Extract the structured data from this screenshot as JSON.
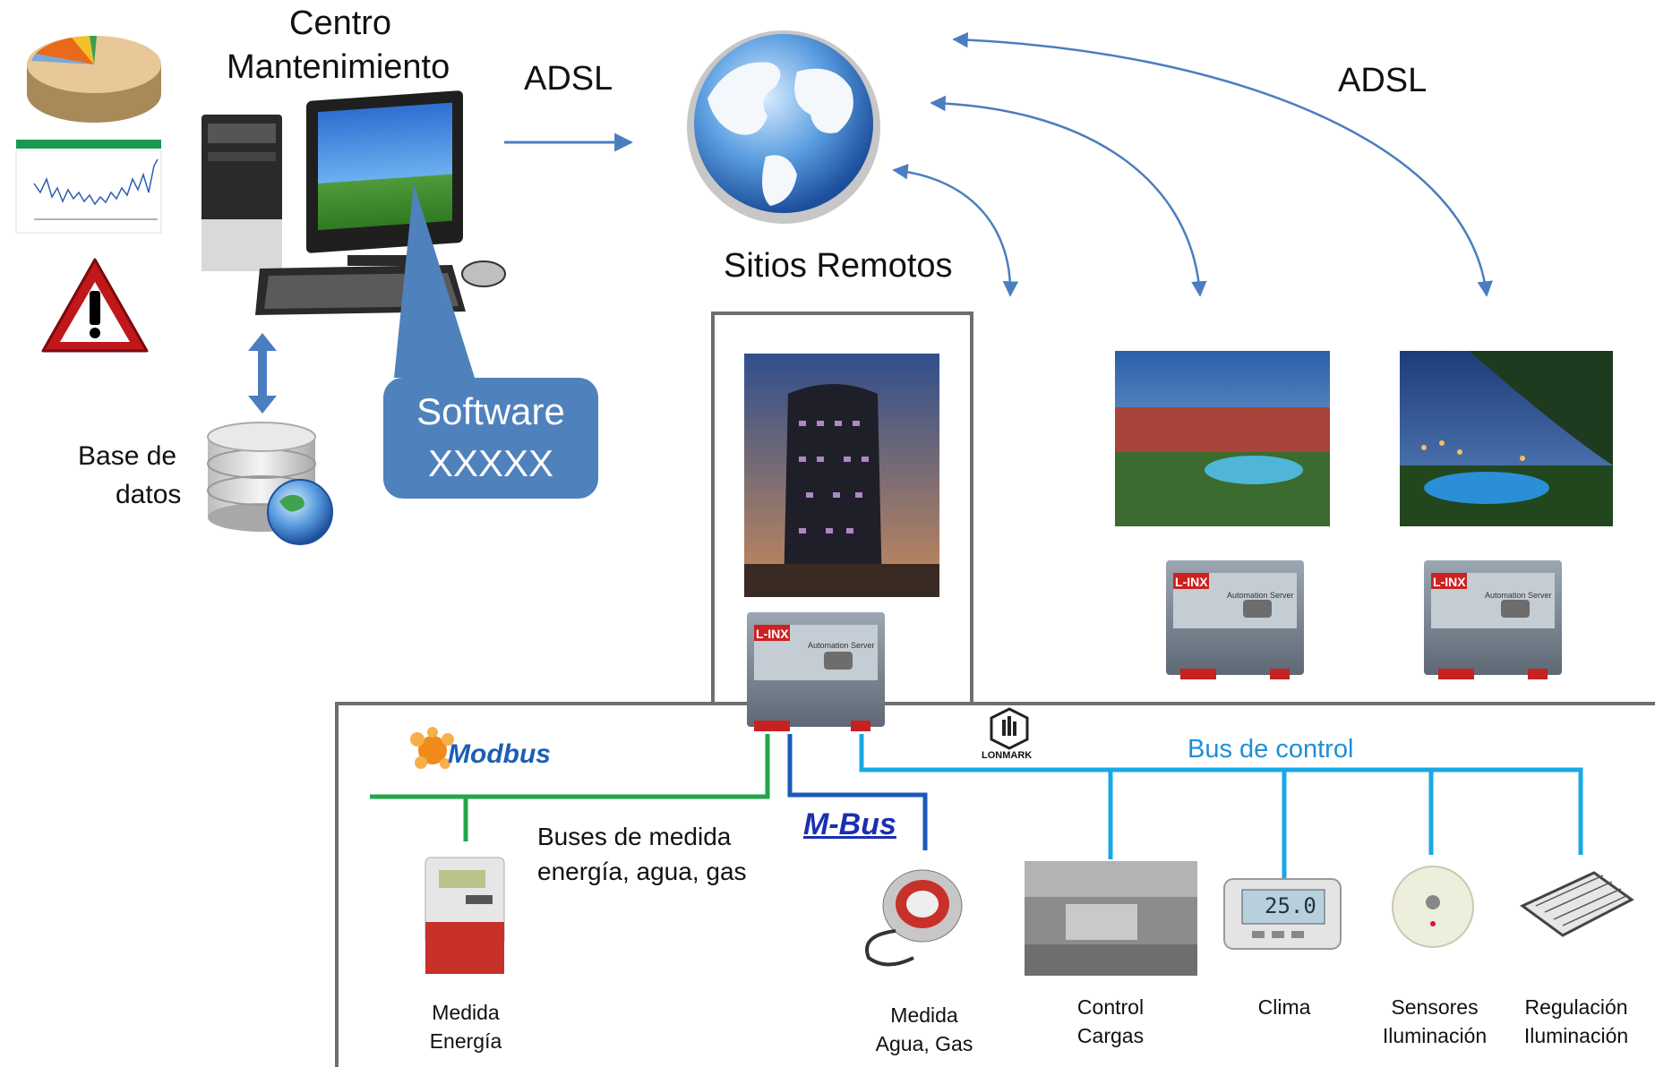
{
  "title_center": [
    "Centro",
    "Mantenimiento"
  ],
  "adsl_left": "ADSL",
  "adsl_right": "ADSL",
  "remote_sites": "Sitios Remotos",
  "database": [
    "Base de",
    "datos"
  ],
  "software": [
    "Software",
    "XXXXX"
  ],
  "device_badge": "L-INX",
  "device_caption": "Automation Server",
  "modbus": "Modbus",
  "mbus": "M-Bus",
  "lonmark": "LONMARK",
  "control_bus": "Bus de control",
  "metering_buses": [
    "Buses de medida",
    "energía, agua, gas"
  ],
  "endpoints": {
    "energy": [
      "Medida",
      "Energía"
    ],
    "water_gas": [
      "Medida",
      "Agua, Gas"
    ],
    "load_control": [
      "Control",
      "Cargas"
    ],
    "climate": "Clima",
    "light_sensors": [
      "Sensores",
      "Iluminación"
    ],
    "light_control": [
      "Regulación",
      "Iluminación"
    ]
  },
  "thermostat_reading": "25.0",
  "colors": {
    "arrow": "#4a7ec0",
    "callout": "#4f81bd",
    "modbus_bus": "#22a64a",
    "mbus_bus": "#1a5bb8",
    "control_bus": "#19a8e6",
    "frame": "#6e6e6e"
  }
}
